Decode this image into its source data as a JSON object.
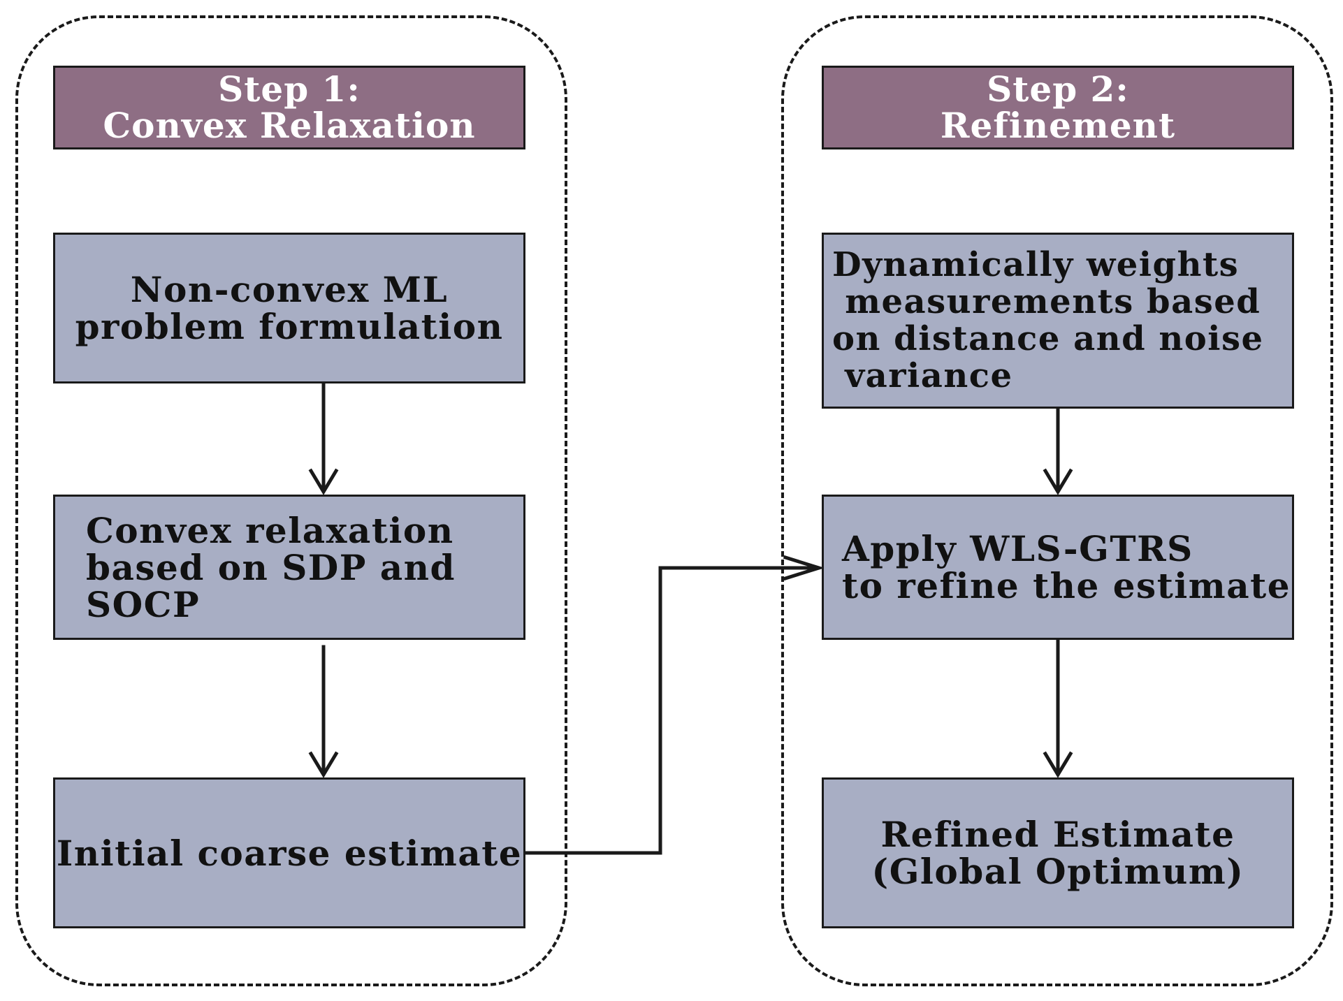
{
  "step1": {
    "title_line1": "Step 1:",
    "title_line2": "Convex Relaxation",
    "boxes": [
      {
        "lines": [
          "Non-convex ML",
          "problem formulation"
        ]
      },
      {
        "lines": [
          "Convex relaxation",
          "based on SDP and",
          "SOCP"
        ]
      },
      {
        "lines": [
          "Initial coarse estimate"
        ]
      }
    ]
  },
  "step2": {
    "title_line1": "Step 2:",
    "title_line2": "Refinement",
    "boxes": [
      {
        "lines": [
          "Dynamically weights",
          " measurements based",
          "on distance and noise",
          " variance"
        ]
      },
      {
        "lines": [
          "Apply WLS-GTRS",
          "to refine the estimate"
        ]
      },
      {
        "lines": [
          "Refined Estimate",
          "(Global Optimum)"
        ]
      }
    ]
  },
  "colors": {
    "header_fill": "#8e6e84",
    "box_fill": "#a8aec4",
    "stroke": "#1a1a1a"
  }
}
